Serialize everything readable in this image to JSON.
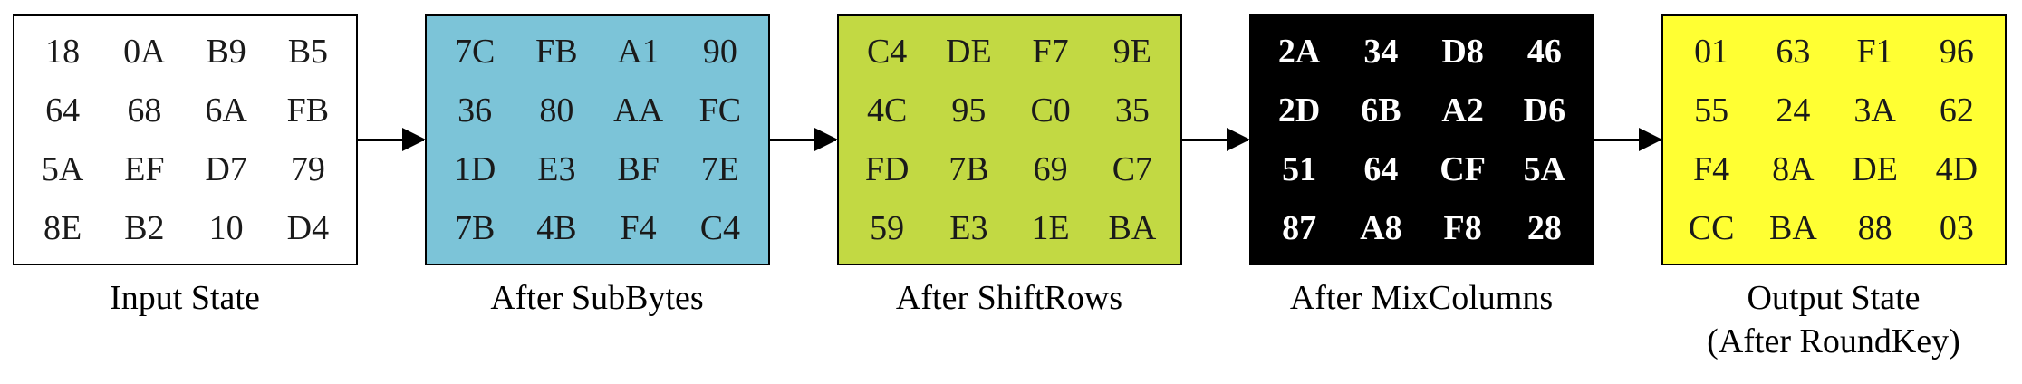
{
  "stages": [
    {
      "caption": "Input State",
      "caption2": "",
      "fill": "#ffffff",
      "text_color": "#1a1a1a",
      "bold": false,
      "cells": [
        "18",
        "0A",
        "B9",
        "B5",
        "64",
        "68",
        "6A",
        "FB",
        "5A",
        "EF",
        "D7",
        "79",
        "8E",
        "B2",
        "10",
        "D4"
      ]
    },
    {
      "caption": "After SubBytes",
      "caption2": "",
      "fill": "#7cc4d8",
      "text_color": "#1a1a1a",
      "bold": false,
      "cells": [
        "7C",
        "FB",
        "A1",
        "90",
        "36",
        "80",
        "AA",
        "FC",
        "1D",
        "E3",
        "BF",
        "7E",
        "7B",
        "4B",
        "F4",
        "C4"
      ]
    },
    {
      "caption": "After ShiftRows",
      "caption2": "",
      "fill": "#c2d943",
      "text_color": "#1a1a1a",
      "bold": false,
      "cells": [
        "C4",
        "DE",
        "F7",
        "9E",
        "4C",
        "95",
        "C0",
        "35",
        "FD",
        "7B",
        "69",
        "C7",
        "59",
        "E3",
        "1E",
        "BA"
      ]
    },
    {
      "caption": "After MixColumns",
      "caption2": "",
      "fill": "#000000",
      "text_color": "#ffffff",
      "bold": true,
      "cells": [
        "2A",
        "34",
        "D8",
        "46",
        "2D",
        "6B",
        "A2",
        "D6",
        "51",
        "64",
        "CF",
        "5A",
        "87",
        "A8",
        "F8",
        "28"
      ]
    },
    {
      "caption": "Output State",
      "caption2": "(After RoundKey)",
      "fill": "#ffff33",
      "text_color": "#1a1a1a",
      "bold": false,
      "cells": [
        "01",
        "63",
        "F1",
        "96",
        "55",
        "24",
        "3A",
        "62",
        "F4",
        "8A",
        "DE",
        "4D",
        "CC",
        "BA",
        "88",
        "03"
      ]
    }
  ]
}
